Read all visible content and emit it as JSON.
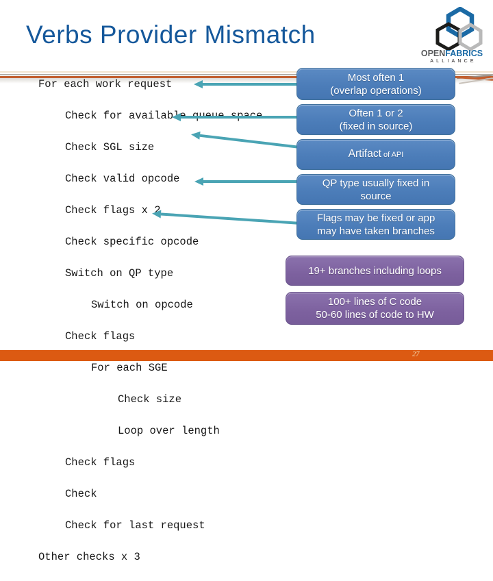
{
  "slide": {
    "title": "Verbs Provider Mismatch",
    "page_number": "27"
  },
  "logo": {
    "name": "OpenFabrics Alliance",
    "word_open": "OPEN",
    "word_fabrics": "FABRICS",
    "word_alliance": "ALLIANCE"
  },
  "code": {
    "lines": [
      {
        "indent": 0,
        "text": "For each work request"
      },
      {
        "indent": 1,
        "text": "Check for available queue space"
      },
      {
        "indent": 1,
        "text": "Check SGL size"
      },
      {
        "indent": 1,
        "text": "Check valid opcode"
      },
      {
        "indent": 1,
        "text": "Check flags x 2"
      },
      {
        "indent": 1,
        "text": "Check specific opcode"
      },
      {
        "indent": 1,
        "text": "Switch on QP type"
      },
      {
        "indent": 2,
        "text": "Switch on opcode"
      },
      {
        "indent": 1,
        "text": "Check flags"
      },
      {
        "indent": 2,
        "text": "For each SGE"
      },
      {
        "indent": 3,
        "text": "Check size"
      },
      {
        "indent": 3,
        "text": "Loop over length"
      },
      {
        "indent": 1,
        "text": "Check flags"
      },
      {
        "indent": 1,
        "text": "Check"
      },
      {
        "indent": 1,
        "text": "Check for last request"
      },
      {
        "indent": 0,
        "text": "Other checks x 3"
      }
    ]
  },
  "callouts": [
    {
      "color": "blue",
      "line1": "Most often 1",
      "line2": "(overlap operations)"
    },
    {
      "color": "blue",
      "line1": "Often 1 or 2",
      "line2": "(fixed in source)"
    },
    {
      "color": "blue",
      "main": "Artifact",
      "suffix": " of API"
    },
    {
      "color": "blue",
      "line1": "QP type usually fixed in",
      "line2": "source"
    },
    {
      "color": "blue",
      "line1": "Flags may be fixed or app",
      "line2": "may have taken branches"
    },
    {
      "color": "purple",
      "line1": "19+ branches including loops",
      "line2": ""
    },
    {
      "color": "purple",
      "line1": "100+ lines of C code",
      "line2": "50-60 lines of code to HW"
    }
  ],
  "colors": {
    "title_blue": "#15589b",
    "box_blue": "#4c7db9",
    "box_purple": "#7d619f",
    "arrow_teal": "#4aa4b4",
    "footer_orange": "#dc5a12",
    "swoosh_orange": "#c25f2e"
  }
}
